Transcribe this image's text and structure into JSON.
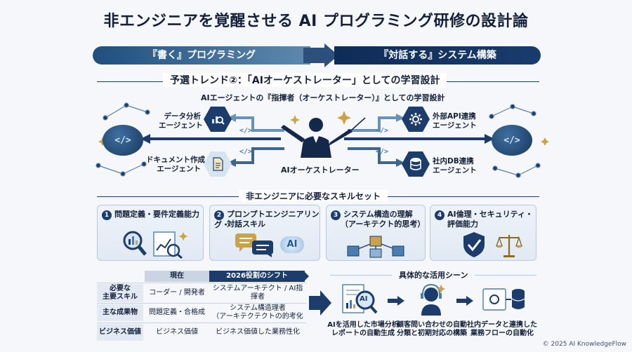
{
  "title": "非エンジニアを覚醒させる AI プログラミング研修の設計論",
  "banner": {
    "left": "『書く』プログラミング",
    "right": "『対話する』システム構築"
  },
  "trend": {
    "heading": "予選トレンド②：「AIオーケストレーター」としての学習設計",
    "subheading": "AIエージェントの『指揮者（オーケストレーター）』としての学習設計",
    "center_label": "AIオーケストレーター",
    "code_glyph": "</>",
    "agents_left": [
      {
        "line1": "データ分析",
        "line2": "エージェント",
        "icon": "chart-magnifier-icon"
      },
      {
        "line1": "ドキュメント作成",
        "line2": "エージェント",
        "icon": "document-icon"
      }
    ],
    "agents_right": [
      {
        "line1": "外部API連携",
        "line2": "エージェント",
        "icon": "gear-icon"
      },
      {
        "line1": "社内DB連携",
        "line2": "エージェント",
        "icon": "database-icon"
      }
    ]
  },
  "skills": {
    "heading": "非エンジニアに必要なスキルセット",
    "items": [
      {
        "num": "1",
        "line1": "問題定義・要件定義能力",
        "line2": ""
      },
      {
        "num": "2",
        "line1": "プロンプトエンジニアリング・",
        "line2": "対話スキル",
        "chip": "AI"
      },
      {
        "num": "3",
        "line1": "システム構造の理解",
        "line2": "（アーキテクト的思考）"
      },
      {
        "num": "4",
        "line1": "AI倫理・セキュリティ・",
        "line2": "評価能力"
      }
    ]
  },
  "table": {
    "header_now": "現在",
    "header_shift": "2026役割のシフト",
    "rows": [
      {
        "label": "必要な\n主要スキル",
        "label1": "必要な",
        "label2": "主要スキル",
        "now": "コーダー / 開発者",
        "shift1": "システムアーキテクト / AI指揮者",
        "shift2": ""
      },
      {
        "label1": "主な成果物",
        "label2": "",
        "now": "問題定義・合格成",
        "shift1": "システム構造理者",
        "shift2": "（アーキテクテクトの的考化"
      },
      {
        "label1": "ビジネス価値",
        "label2": "",
        "now": "ビジネス価値",
        "shift1": "ビジネス価値した業務性化",
        "shift2": ""
      }
    ]
  },
  "scenes": {
    "heading": "具体的な活用シーン",
    "chip": "AI",
    "items": [
      {
        "line1": "AIを活用した市場分析",
        "line2": "レポートの自動生成"
      },
      {
        "line1": "顧客問い合わせの自動",
        "line2": "分類と初期対応の構築"
      },
      {
        "line1": "社内データと連携した",
        "line2": "業務フローの自動化"
      }
    ]
  },
  "footer": "© 2025 AI KnowledgeFlow",
  "colors": {
    "navy": "#1c3d6b",
    "deep": "#0f2c57",
    "accent": "#4c7db0",
    "gold": "#c9a24a"
  }
}
